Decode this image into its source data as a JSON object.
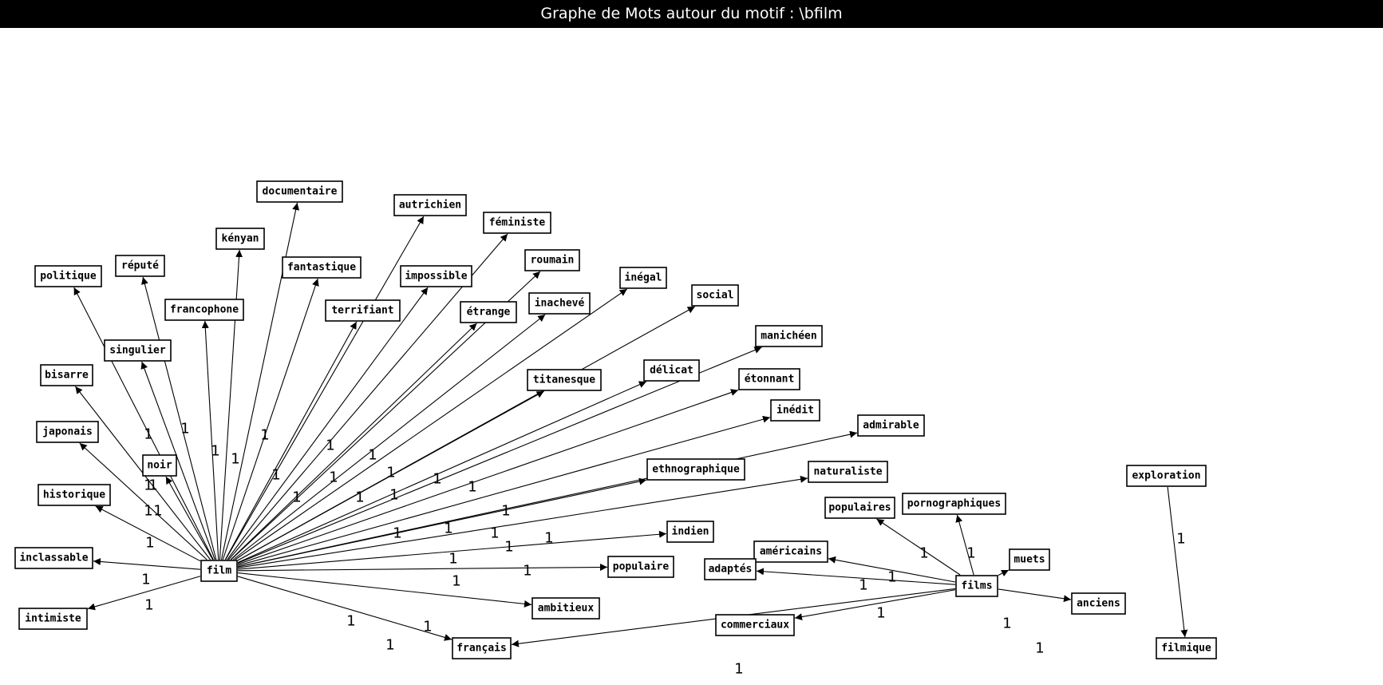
{
  "window": {
    "title": "Graphe de Mots autour du motif : \\bfilm"
  },
  "graph": {
    "nodes": [
      {
        "id": "film",
        "label": "film"
      },
      {
        "id": "films",
        "label": "films"
      },
      {
        "id": "exploration",
        "label": "exploration"
      },
      {
        "id": "filmique",
        "label": "filmique"
      },
      {
        "id": "intimiste",
        "label": "intimiste"
      },
      {
        "id": "inclassable",
        "label": "inclassable"
      },
      {
        "id": "historique",
        "label": "historique"
      },
      {
        "id": "japonais",
        "label": "japonais"
      },
      {
        "id": "bisarre",
        "label": "bisarre"
      },
      {
        "id": "politique",
        "label": "politique"
      },
      {
        "id": "singulier",
        "label": "singulier"
      },
      {
        "id": "noir",
        "label": "noir"
      },
      {
        "id": "repute",
        "label": "réputé"
      },
      {
        "id": "francophone",
        "label": "francophone"
      },
      {
        "id": "kenyan",
        "label": "kényan"
      },
      {
        "id": "documentaire",
        "label": "documentaire"
      },
      {
        "id": "fantastique",
        "label": "fantastique"
      },
      {
        "id": "terrifiant",
        "label": "terrifiant"
      },
      {
        "id": "autrichien",
        "label": "autrichien"
      },
      {
        "id": "impossible",
        "label": "impossible"
      },
      {
        "id": "feministe",
        "label": "féministe"
      },
      {
        "id": "etrange",
        "label": "étrange"
      },
      {
        "id": "roumain",
        "label": "roumain"
      },
      {
        "id": "inacheve",
        "label": "inachevé"
      },
      {
        "id": "inegal",
        "label": "inégal"
      },
      {
        "id": "titanesque",
        "label": "titanesque"
      },
      {
        "id": "social",
        "label": "social"
      },
      {
        "id": "delicat",
        "label": "délicat"
      },
      {
        "id": "manicheen",
        "label": "manichéen"
      },
      {
        "id": "etonnant",
        "label": "étonnant"
      },
      {
        "id": "inedit",
        "label": "inédit"
      },
      {
        "id": "ethnographique",
        "label": "ethnographique"
      },
      {
        "id": "admirable",
        "label": "admirable"
      },
      {
        "id": "naturaliste",
        "label": "naturaliste"
      },
      {
        "id": "indien",
        "label": "indien"
      },
      {
        "id": "populaire",
        "label": "populaire"
      },
      {
        "id": "ambitieux",
        "label": "ambitieux"
      },
      {
        "id": "francais",
        "label": "français"
      },
      {
        "id": "populaires",
        "label": "populaires"
      },
      {
        "id": "pornographiques",
        "label": "pornographiques"
      },
      {
        "id": "americains",
        "label": "américains"
      },
      {
        "id": "adaptes",
        "label": "adaptés"
      },
      {
        "id": "muets",
        "label": "muets"
      },
      {
        "id": "commerciaux",
        "label": "commerciaux"
      },
      {
        "id": "anciens",
        "label": "anciens"
      }
    ],
    "edges": [
      {
        "from": "film",
        "to": "intimiste",
        "weight": "1"
      },
      {
        "from": "film",
        "to": "inclassable",
        "weight": "1"
      },
      {
        "from": "film",
        "to": "historique",
        "weight": "1"
      },
      {
        "from": "film",
        "to": "japonais",
        "weight": "1"
      },
      {
        "from": "film",
        "to": "bisarre",
        "weight": "1"
      },
      {
        "from": "film",
        "to": "politique",
        "weight": "1"
      },
      {
        "from": "film",
        "to": "singulier",
        "weight": "1"
      },
      {
        "from": "film",
        "to": "noir",
        "weight": "1"
      },
      {
        "from": "film",
        "to": "repute",
        "weight": "1"
      },
      {
        "from": "film",
        "to": "francophone",
        "weight": "1"
      },
      {
        "from": "film",
        "to": "kenyan",
        "weight": "1"
      },
      {
        "from": "film",
        "to": "documentaire",
        "weight": "1"
      },
      {
        "from": "film",
        "to": "fantastique",
        "weight": "1"
      },
      {
        "from": "film",
        "to": "terrifiant",
        "weight": "1"
      },
      {
        "from": "film",
        "to": "autrichien",
        "weight": "1"
      },
      {
        "from": "film",
        "to": "impossible",
        "weight": "1"
      },
      {
        "from": "film",
        "to": "feministe",
        "weight": "1"
      },
      {
        "from": "film",
        "to": "etrange",
        "weight": "1"
      },
      {
        "from": "film",
        "to": "roumain",
        "weight": "1"
      },
      {
        "from": "film",
        "to": "inacheve",
        "weight": "1"
      },
      {
        "from": "film",
        "to": "inegal",
        "weight": "1"
      },
      {
        "from": "film",
        "to": "titanesque",
        "weight": "1"
      },
      {
        "from": "film",
        "to": "social",
        "weight": "1"
      },
      {
        "from": "film",
        "to": "delicat",
        "weight": "1"
      },
      {
        "from": "film",
        "to": "manicheen",
        "weight": "1"
      },
      {
        "from": "film",
        "to": "etonnant",
        "weight": "1"
      },
      {
        "from": "film",
        "to": "inedit",
        "weight": "1"
      },
      {
        "from": "film",
        "to": "ethnographique",
        "weight": "1"
      },
      {
        "from": "film",
        "to": "admirable",
        "weight": "1"
      },
      {
        "from": "film",
        "to": "naturaliste",
        "weight": "1"
      },
      {
        "from": "film",
        "to": "indien",
        "weight": "1"
      },
      {
        "from": "film",
        "to": "populaire",
        "weight": "1"
      },
      {
        "from": "film",
        "to": "ambitieux",
        "weight": "1"
      },
      {
        "from": "film",
        "to": "francais",
        "weight": "1"
      },
      {
        "from": "films",
        "to": "francais",
        "weight": "1"
      },
      {
        "from": "films",
        "to": "commerciaux",
        "weight": "1"
      },
      {
        "from": "films",
        "to": "adaptes",
        "weight": "1"
      },
      {
        "from": "films",
        "to": "americains",
        "weight": "1"
      },
      {
        "from": "films",
        "to": "populaires",
        "weight": "1"
      },
      {
        "from": "films",
        "to": "pornographiques",
        "weight": "1"
      },
      {
        "from": "films",
        "to": "muets",
        "weight": "1"
      },
      {
        "from": "films",
        "to": "anciens",
        "weight": "1"
      },
      {
        "from": "exploration",
        "to": "filmique",
        "weight": "1"
      }
    ]
  }
}
